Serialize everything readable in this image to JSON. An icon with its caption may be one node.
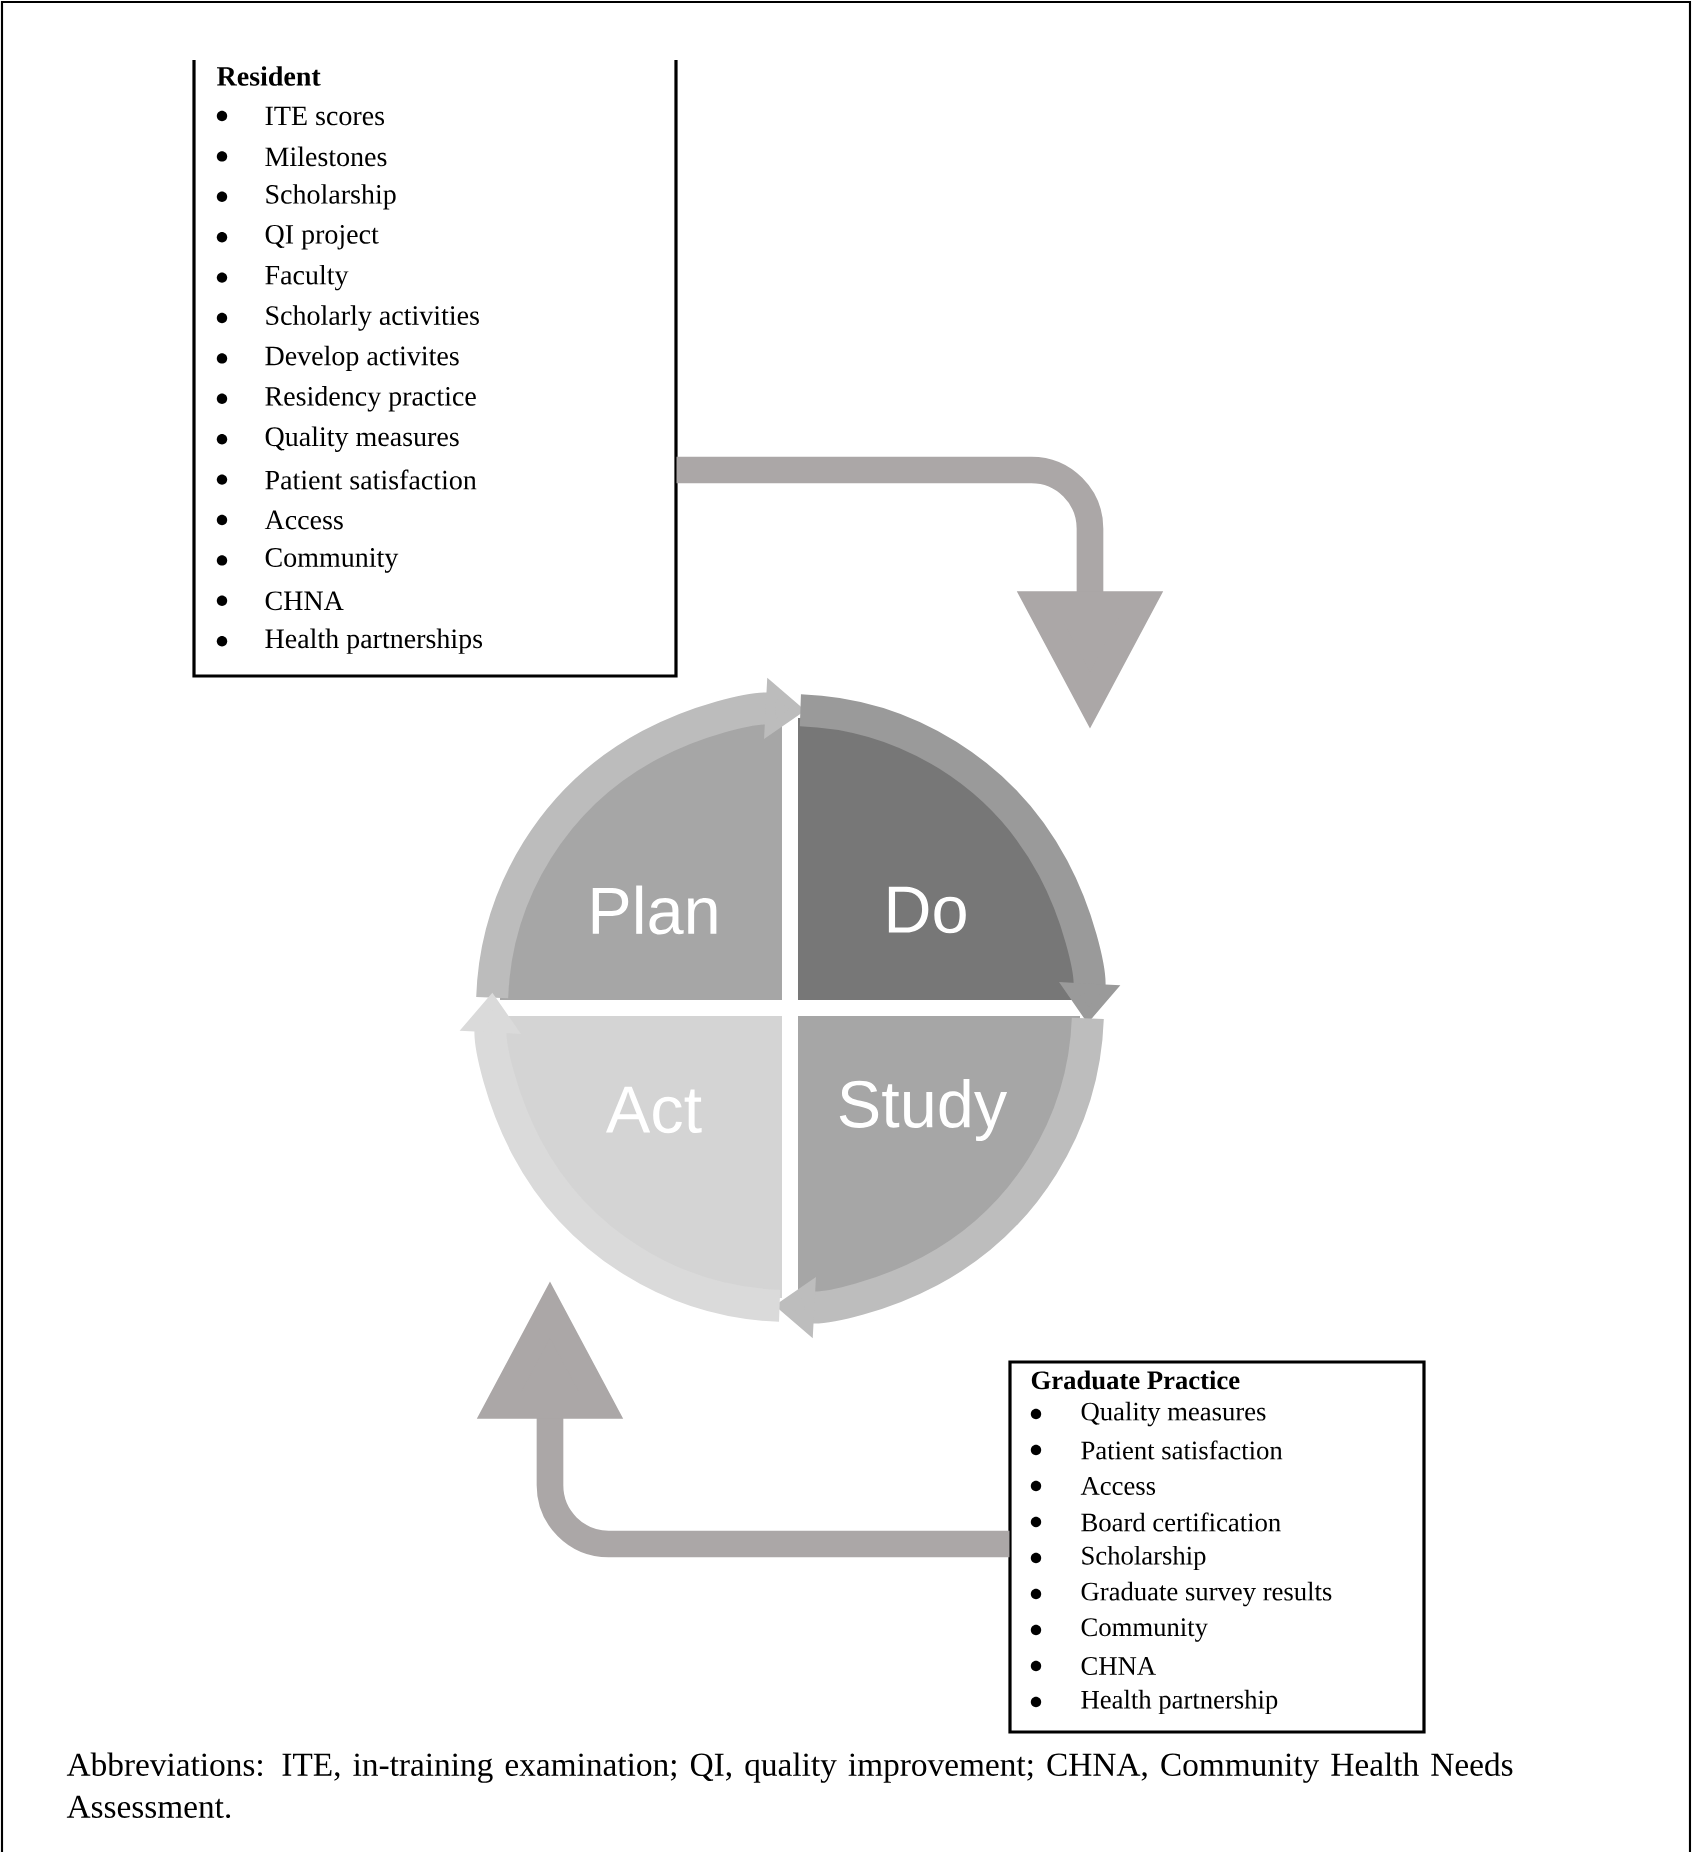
{
  "diagram": {
    "caption": "Abbreviations: ITE, in-training examination; QI, quality improvement; CHNA, Community Health Needs Assessment.",
    "nodes": [
      {
        "text": [
          "Resident",
          "ITE scores",
          "Milestones",
          "Scholarship",
          "QI project",
          "Faculty",
          "Scholarly activities",
          "Develop activites",
          "Residency practice",
          "Quality measures",
          "Patient satisfaction",
          "Access",
          "Community",
          "CHNA",
          "Health partnerships"
        ]
      },
      {
        "text": [
          "Plan"
        ]
      },
      {
        "text": [
          "Do"
        ]
      },
      {
        "text": [
          "Study"
        ]
      },
      {
        "text": [
          "Act"
        ]
      },
      {
        "text": [
          "Graduate Practice",
          "Quality measures",
          "Patient satisfaction",
          "Access",
          "Board certification",
          "Scholarship",
          "Graduate survey results",
          "Community",
          "CHNA",
          "Health partnership"
        ]
      }
    ],
    "edges": [
      {
        "from": 0,
        "to": 2,
        "arrow": "to",
        "color": "#aba7a7"
      },
      {
        "from": 1,
        "to": 2,
        "arrow": "to",
        "color": "#bcbcbc"
      },
      {
        "from": 2,
        "to": 3,
        "arrow": "to",
        "color": "#9a9a9a"
      },
      {
        "from": 3,
        "to": 4,
        "arrow": "to",
        "color": "#bdbdbd"
      },
      {
        "from": 4,
        "to": 1,
        "arrow": "to",
        "color": "#dadada"
      },
      {
        "from": 5,
        "to": 4,
        "arrow": "to",
        "color": "#aba7a7"
      }
    ]
  }
}
